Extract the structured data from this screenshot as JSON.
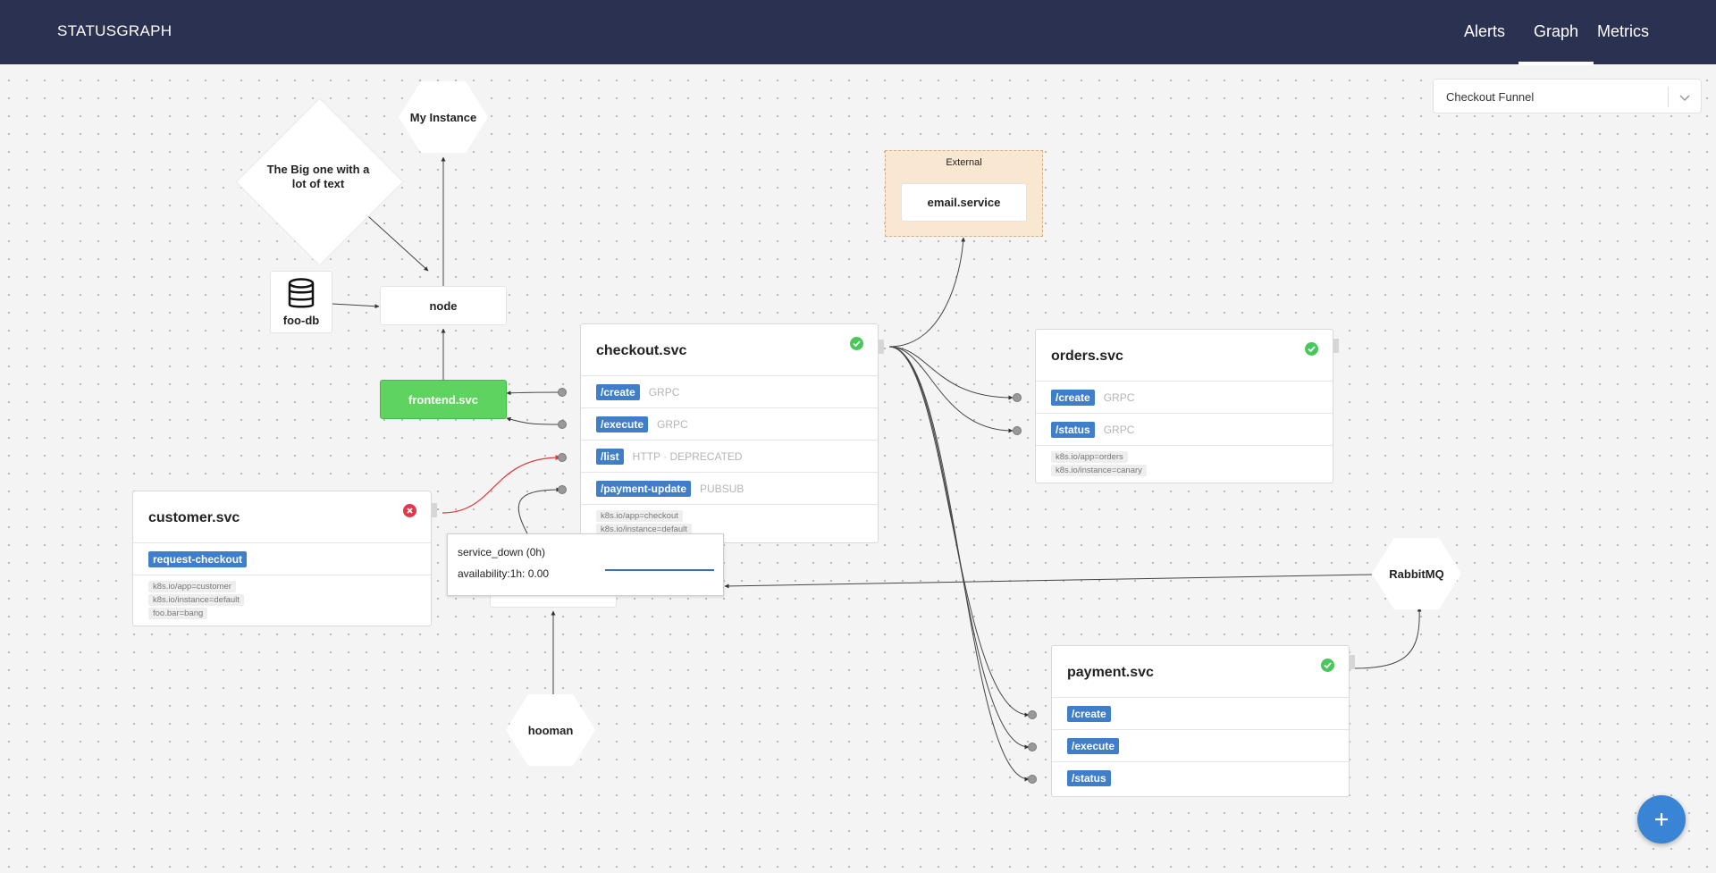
{
  "header": {
    "brand": "STATUSGRAPH",
    "nav": [
      {
        "label": "Alerts",
        "active": false
      },
      {
        "label": "Graph",
        "active": true
      },
      {
        "label": "Metrics",
        "active": false
      }
    ]
  },
  "selector": {
    "value": "Checkout Funnel"
  },
  "nodes": {
    "my_instance": "My Instance",
    "big_one": "The Big one with a lot of text",
    "node": "node",
    "foo_db": "foo-db",
    "frontend": "frontend.svc",
    "external_group": "External",
    "email": "email.service",
    "rabbitmq": "RabbitMQ",
    "hooman": "hooman"
  },
  "services": {
    "checkout": {
      "name": "checkout.svc",
      "status": "ok",
      "endpoints": [
        {
          "path": "/create",
          "type": "GRPC"
        },
        {
          "path": "/execute",
          "type": "GRPC"
        },
        {
          "path": "/list",
          "type": "HTTP · DEPRECATED"
        },
        {
          "path": "/payment-update",
          "type": "PUBSUB"
        }
      ],
      "labels": [
        "k8s.io/app=checkout",
        "k8s.io/instance=default"
      ]
    },
    "orders": {
      "name": "orders.svc",
      "status": "ok",
      "endpoints": [
        {
          "path": "/create",
          "type": "GRPC"
        },
        {
          "path": "/status",
          "type": "GRPC"
        }
      ],
      "labels": [
        "k8s.io/app=orders",
        "k8s.io/instance=canary"
      ]
    },
    "customer": {
      "name": "customer.svc",
      "status": "error",
      "endpoints": [
        {
          "path": "request-checkout",
          "type": ""
        }
      ],
      "labels": [
        "k8s.io/app=customer",
        "k8s.io/instance=default",
        "foo.bar=bang"
      ]
    },
    "payment": {
      "name": "payment.svc",
      "status": "ok",
      "endpoints": [
        {
          "path": "/create",
          "type": ""
        },
        {
          "path": "/execute",
          "type": ""
        },
        {
          "path": "/status",
          "type": ""
        }
      ],
      "labels": []
    }
  },
  "tooltip": {
    "line1": "service_down (0h)",
    "line2": "availability:1h: 0.00"
  },
  "icons": {
    "status_ok": "check-circle-icon",
    "status_error": "x-circle-icon",
    "database": "database-icon",
    "fab": "plus-icon",
    "dropdown": "chevron-down-icon"
  },
  "colors": {
    "header_bg": "#2b3150",
    "endpoint_tag": "#3f7ec8",
    "healthy_node": "#5fd35f",
    "status_ok": "#48c85a",
    "status_error": "#e0384a",
    "error_edge": "#d93a3a",
    "fab": "#3a84d6"
  }
}
